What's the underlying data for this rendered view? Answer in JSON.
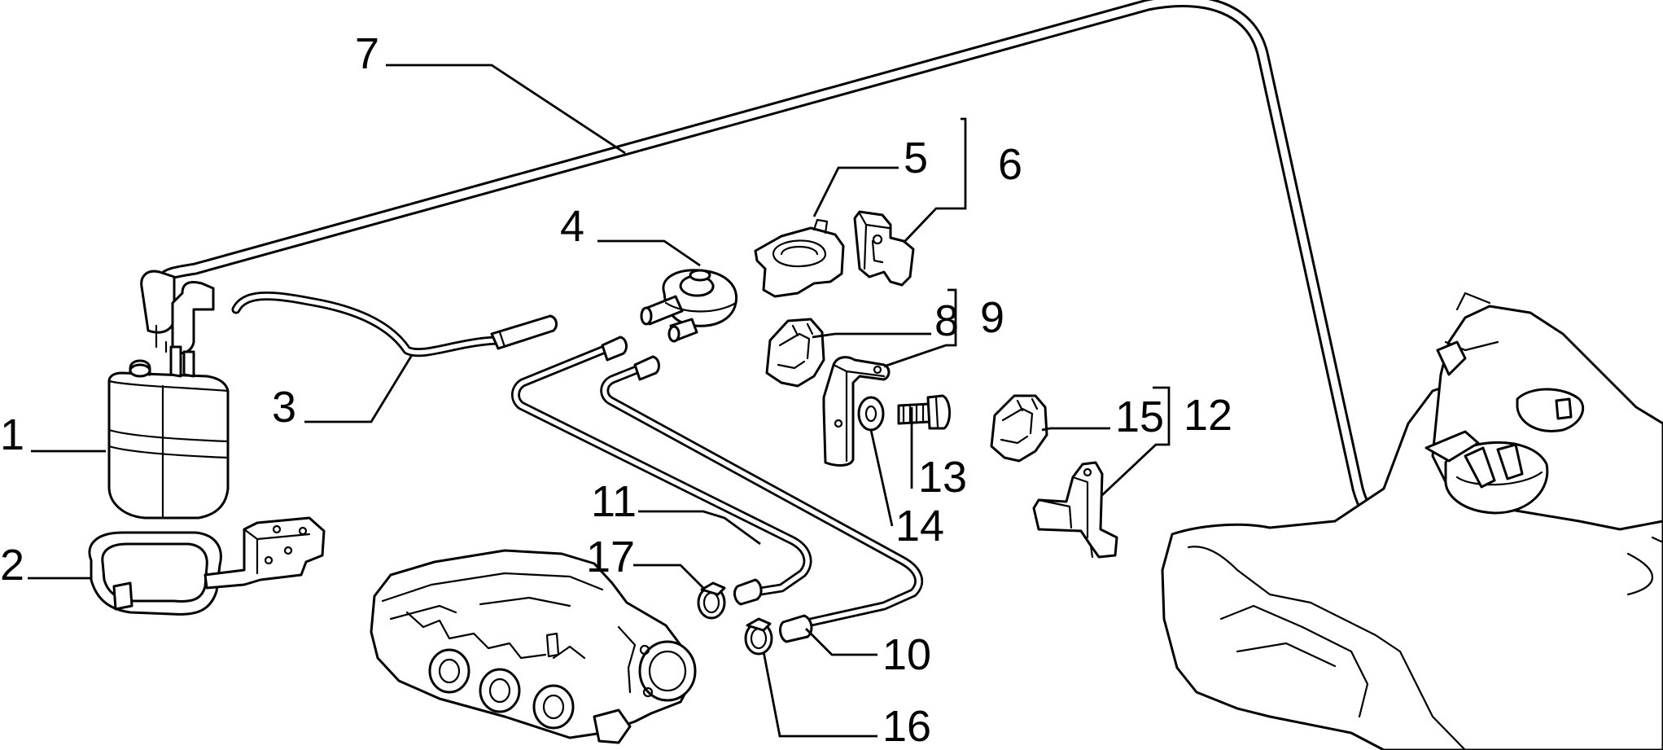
{
  "callouts": {
    "c1": "1",
    "c2": "2",
    "c3": "3",
    "c4": "4",
    "c5": "5",
    "c6": "6",
    "c7": "7",
    "c8": "8",
    "c9": "9",
    "c10": "10",
    "c11": "11",
    "c12": "12",
    "c13": "13",
    "c14": "14",
    "c15": "15",
    "c16": "16",
    "c17": "17"
  },
  "colors": {
    "ink": "#000000",
    "paper": "#ffffff"
  }
}
